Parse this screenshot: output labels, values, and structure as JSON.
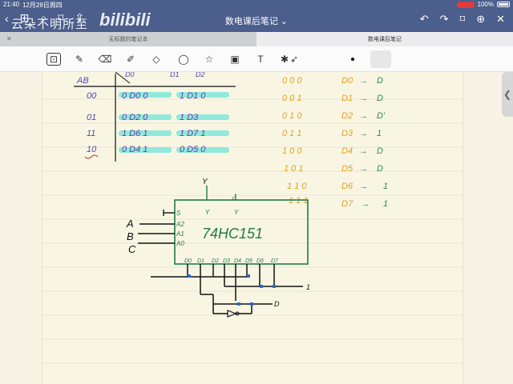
{
  "status": {
    "time": "21:40",
    "date": "12月28日周四",
    "battery": "100%"
  },
  "nav": {
    "title": "数电课后笔记",
    "title_caret": "⌄"
  },
  "watermark": {
    "text": "云朵不明所至",
    "bili": "bilibili"
  },
  "tabs": [
    {
      "label": "无标题的笔记本",
      "close": "✕"
    },
    {
      "label": "数电课后笔记"
    }
  ],
  "icons": {
    "back": "‹",
    "grid": "⊞",
    "search": "⌕",
    "bookmark": "⌑",
    "share": "⇪",
    "undo": "↶",
    "redo": "↷",
    "bookmark2": "⌑",
    "newpage": "⊕",
    "close": "✕",
    "lasso": "⊡",
    "pen": "✎",
    "eraser": "⌫",
    "highlighter": "✐",
    "shapes": "◇",
    "circle": "◯",
    "star": "☆",
    "image": "▣",
    "text": "T",
    "bt": "✱",
    "laser": "➶",
    "chevron": "❮"
  },
  "colors": {
    "nav": "#4b5e8c",
    "paper": "#f8f6e3",
    "ink_purple": "#5b3fb0",
    "highlight": "#7ee6d8",
    "ink_orange": "#e5a01e",
    "ink_green": "#2e8b57",
    "chip_green": "#1f7a4d"
  },
  "note": {
    "header": "AB",
    "header_cols": [
      "D0",
      "D1",
      "D2"
    ],
    "rows": [
      {
        "ab": "00",
        "left": "0 D0 0",
        "right": "1 D1 0"
      },
      {
        "ab": "01",
        "left": "0 D2 0",
        "right": "1 D3"
      },
      {
        "ab": "11",
        "left": "1 D6 1",
        "right": "1 D7 1"
      },
      {
        "ab": "10",
        "left": "0 D4 1",
        "right": "0 D5 0"
      }
    ],
    "truth_table": [
      {
        "inputs": "0 0 0",
        "out": "D0",
        "val": "D"
      },
      {
        "inputs": "0 0 1",
        "out": "D1",
        "val": "D"
      },
      {
        "inputs": "0 1 0",
        "out": "D2",
        "val": "D'"
      },
      {
        "inputs": "0 1 1",
        "out": "D3",
        "val": "1"
      },
      {
        "inputs": "1 0 0",
        "out": "D4",
        "val": "D"
      },
      {
        "inputs": "1 0 1",
        "out": "D5",
        "val": "D"
      },
      {
        "inputs": "1 1 0",
        "out": "D6",
        "val": "1"
      },
      {
        "inputs": "1 1 1",
        "out": "D7",
        "val": "1"
      }
    ],
    "arrow": "→",
    "chip": {
      "name": "74HC151",
      "out_y": "Y",
      "pin_y": "Y",
      "pin_y2": "Y",
      "pin_s": "S",
      "pin_a2": "A2",
      "pin_a1": "A1",
      "pin_a0": "A0",
      "inputs": [
        "A",
        "B",
        "C"
      ],
      "data_pins": [
        "D0",
        "D1",
        "D2",
        "D3",
        "D4",
        "D5",
        "D6",
        "D7"
      ],
      "label_one": "1",
      "label_d": "D"
    }
  }
}
